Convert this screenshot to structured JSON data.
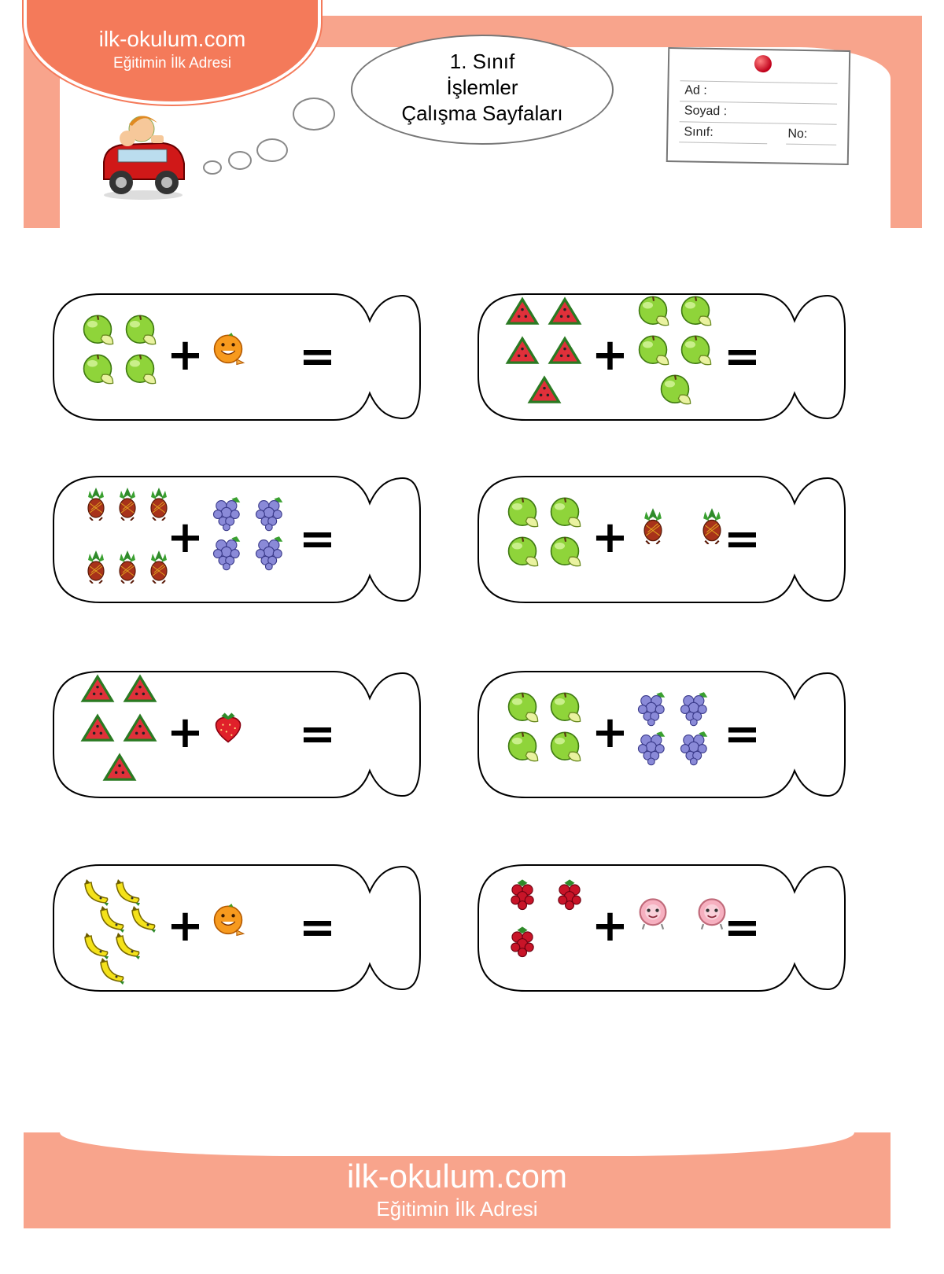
{
  "header": {
    "brand_name": "ilk-okulum.com",
    "brand_tagline": "Eğitimin İlk Adresi",
    "title_line1": "1. Sınıf",
    "title_line2": "İşlemler",
    "title_line3": "Çalışma Sayfaları",
    "name_card": {
      "ad_label": "Ad :",
      "soyad_label": "Soyad :",
      "sinif_label": "Sınıf:",
      "no_label": "No:"
    }
  },
  "operators": {
    "plus": "+",
    "equals": "="
  },
  "colors": {
    "band": "#F8A48C",
    "brand_oval": "#F47A5A"
  },
  "problems": [
    {
      "left": {
        "fruit": "apple",
        "count": 4
      },
      "right": {
        "fruit": "orange",
        "count": 1
      }
    },
    {
      "left": {
        "fruit": "watermelon",
        "count": 5
      },
      "right": {
        "fruit": "apple",
        "count": 5
      }
    },
    {
      "left": {
        "fruit": "pineapple",
        "count": 6
      },
      "right": {
        "fruit": "grape",
        "count": 4
      }
    },
    {
      "left": {
        "fruit": "apple",
        "count": 4
      },
      "right": {
        "fruit": "pineapple",
        "count": 2
      }
    },
    {
      "left": {
        "fruit": "watermelon",
        "count": 5
      },
      "right": {
        "fruit": "strawberry",
        "count": 1
      }
    },
    {
      "left": {
        "fruit": "apple",
        "count": 4
      },
      "right": {
        "fruit": "grape",
        "count": 4
      }
    },
    {
      "left": {
        "fruit": "banana",
        "count": 7
      },
      "right": {
        "fruit": "orange",
        "count": 1
      }
    },
    {
      "left": {
        "fruit": "raspberry",
        "count": 3
      },
      "right": {
        "fruit": "grapefruit",
        "count": 2
      }
    }
  ],
  "footer": {
    "brand_name": "ilk-okulum.com",
    "brand_tagline": "Eğitimin İlk Adresi"
  }
}
